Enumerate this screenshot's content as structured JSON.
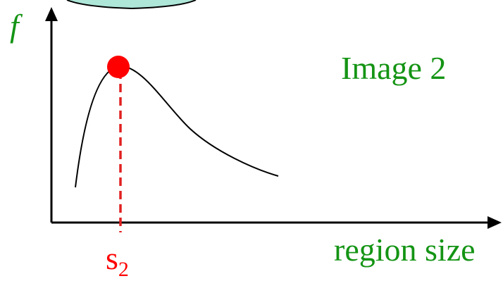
{
  "labels": {
    "y_axis": "f",
    "image_title": "Image 2",
    "x_axis": "region size",
    "peak_letter": "s",
    "peak_subscript": "2"
  },
  "colors": {
    "axis": "#000000",
    "curve": "#000000",
    "peak_marker": "#ff0000",
    "peak_label": "#ff0000",
    "green_text": "#149414",
    "italic_label": "#149414",
    "ellipse_fill": "#aee6d8",
    "ellipse_stroke": "#000000"
  }
}
